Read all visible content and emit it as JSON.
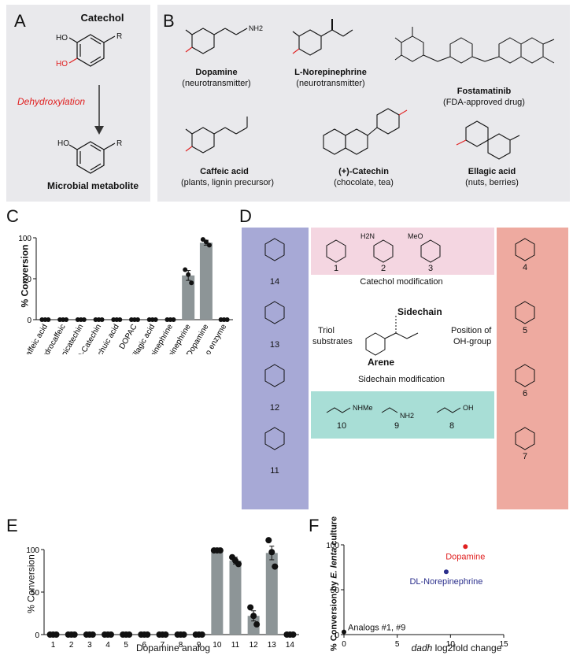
{
  "figure": {
    "panel_letters": [
      "A",
      "B",
      "C",
      "D",
      "E",
      "F"
    ]
  },
  "panel_a": {
    "title": "Catechol",
    "reaction": "Dehydroxylation",
    "product": "Microbial metabolite",
    "r_label": "R",
    "ho_labels": [
      "HO",
      "HO",
      "HO"
    ]
  },
  "panel_b": {
    "compounds": [
      {
        "name": "Dopamine",
        "desc": "(neurotransmitter)",
        "nh2": "NH2"
      },
      {
        "name": "L-Norepinephrine",
        "desc": "(neurotransmitter)"
      },
      {
        "name": "Fostamatinib",
        "desc": "(FDA-approved drug)"
      },
      {
        "name": "Caffeic acid",
        "desc": "(plants, lignin precursor)"
      },
      {
        "name": "(+)-Catechin",
        "desc": "(chocolate, tea)"
      },
      {
        "name": "Ellagic acid",
        "desc": "(nuts, berries)"
      }
    ]
  },
  "panel_d": {
    "catechol_modification": "Catechol modification",
    "sidechain_modification": "Sidechain modification",
    "sidechain": "Sidechain",
    "arene": "Arene",
    "triol_substrates": [
      "Triol",
      "substrates"
    ],
    "position_of_oh": [
      "Position of",
      "OH-group"
    ],
    "numbers_left": [
      "14",
      "13",
      "12",
      "11"
    ],
    "numbers_top": [
      "1",
      "2",
      "3"
    ],
    "numbers_bottom": [
      "10",
      "9",
      "8"
    ],
    "numbers_right": [
      "4",
      "5",
      "6",
      "7"
    ],
    "colors": {
      "left": "#a7a9d6",
      "top": "#f4d6e1",
      "bottom": "#a8ded6",
      "right": "#eeaaa0"
    },
    "groups": {
      "top2": "H2N",
      "top3": "MeO",
      "b10": "NHMe",
      "b9": "NH2",
      "b8": "OH"
    }
  },
  "chart_data": [
    {
      "panel": "C",
      "type": "bar",
      "ylabel": "% Conversion",
      "xlabel": "",
      "ylim": [
        0,
        100
      ],
      "yticks": [
        0,
        50,
        100
      ],
      "categories": [
        "Caffeic acid",
        "Hydrocaffeic",
        "(-)-Epicatechin",
        "(+)-Catechin",
        "Protocatechuic acid",
        "DOPAC",
        "Ellagic acid",
        "DL-Epinephrine",
        "DL-Norepinephrine",
        "Dopamine",
        "Dopamine, no enzyme"
      ],
      "values": [
        0,
        0,
        0,
        0,
        0,
        0,
        0,
        0,
        54,
        94,
        0
      ],
      "errors": [
        0,
        0,
        0,
        0,
        0,
        0,
        0,
        0,
        6,
        3,
        0
      ],
      "points": [
        [
          0,
          0,
          0
        ],
        [
          0,
          0,
          0
        ],
        [
          0,
          0,
          0
        ],
        [
          0,
          0,
          0
        ],
        [
          0,
          0,
          0
        ],
        [
          0,
          0,
          0
        ],
        [
          0,
          0,
          0
        ],
        [
          0,
          0,
          0
        ],
        [
          61,
          55,
          45
        ],
        [
          98,
          95,
          91
        ],
        [
          0,
          0,
          0
        ]
      ]
    },
    {
      "panel": "E",
      "type": "bar",
      "ylabel": "% Conversion",
      "xlabel": "Dopamine analog",
      "ylim": [
        0,
        100
      ],
      "yticks": [
        0,
        50,
        100
      ],
      "categories": [
        "1",
        "2",
        "3",
        "4",
        "5",
        "6",
        "7",
        "8",
        "9",
        "10",
        "11",
        "12",
        "13",
        "14"
      ],
      "values": [
        0,
        0,
        0,
        0,
        0,
        0,
        0,
        0,
        0,
        99,
        87,
        22,
        96,
        0
      ],
      "errors": [
        0,
        0,
        0,
        0,
        0,
        0,
        0,
        0,
        0,
        0.5,
        4,
        6,
        8,
        0
      ],
      "points": [
        [
          0,
          0,
          0
        ],
        [
          0,
          0,
          0
        ],
        [
          0,
          0,
          0
        ],
        [
          0,
          0,
          0
        ],
        [
          0,
          0,
          0
        ],
        [
          0,
          0,
          0
        ],
        [
          0,
          0,
          0
        ],
        [
          0,
          0,
          0
        ],
        [
          0,
          0,
          0
        ],
        [
          99,
          99,
          99
        ],
        [
          91,
          87,
          83
        ],
        [
          32,
          22,
          12
        ],
        [
          111,
          97,
          80
        ],
        [
          0,
          0,
          0
        ]
      ]
    },
    {
      "panel": "F",
      "type": "scatter",
      "xlabel_italic": "dadh",
      "xlabel_rest": "log2fold change",
      "ylabel_prefix": "% Conversion by ",
      "ylabel_italic": "E. lenta",
      "ylabel_suffix": " culture",
      "xlim": [
        0,
        15
      ],
      "ylim": [
        0,
        100
      ],
      "xticks": [
        0,
        5,
        10,
        15
      ],
      "yticks": [
        0,
        50,
        100
      ],
      "points": [
        {
          "label": "Dopamine",
          "x": 11.4,
          "y": 98,
          "color": "#e02020"
        },
        {
          "label": "DL-Norepinephrine",
          "x": 9.6,
          "y": 70,
          "color": "#2b2f8c"
        },
        {
          "label": "Analogs #1, #9",
          "x": 0,
          "y": 3,
          "color": "#111111"
        }
      ]
    }
  ]
}
